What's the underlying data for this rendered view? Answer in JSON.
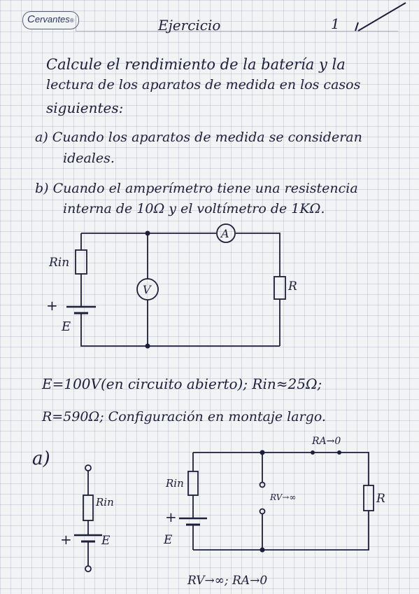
{
  "header": {
    "logo_text": "ervantes",
    "title": "Ejercicio",
    "page_number": "1"
  },
  "statement": {
    "lines": [
      "Calcule el rendimiento de la batería y la",
      "lectura de los aparatos de medida en los casos",
      "siguientes:"
    ],
    "case_a": [
      "a) Cuando los aparatos de medida se consideran",
      "ideales."
    ],
    "case_b": [
      "b) Cuando el amperímetro tiene una resistencia",
      "interna de 10Ω y el voltímetro de 1KΩ."
    ]
  },
  "circuit1": {
    "rin_label": "Rin",
    "voltmeter_label": "V",
    "ammeter_label": "A",
    "r_label": "R",
    "plus_label": "+",
    "e_label": "E"
  },
  "data_lines": [
    "E=100V(en circuito abierto); Rin≈25Ω;",
    "R=590Ω; Configuración en montaje largo."
  ],
  "solution_a": {
    "label": "a)",
    "left": {
      "rin_label": "Rin",
      "plus_label": "+",
      "e_label": "E"
    },
    "right": {
      "ra_top": "RA→0",
      "rin_label": "Rin",
      "rv_label": "RV→∞",
      "r_label": "R",
      "plus_label": "+",
      "e_label": "E"
    },
    "footer": "RV→∞; RA→0"
  },
  "colors": {
    "ink": "#1d1f3a",
    "paper": "#f2f3f5",
    "grid": "#8c96aa"
  }
}
